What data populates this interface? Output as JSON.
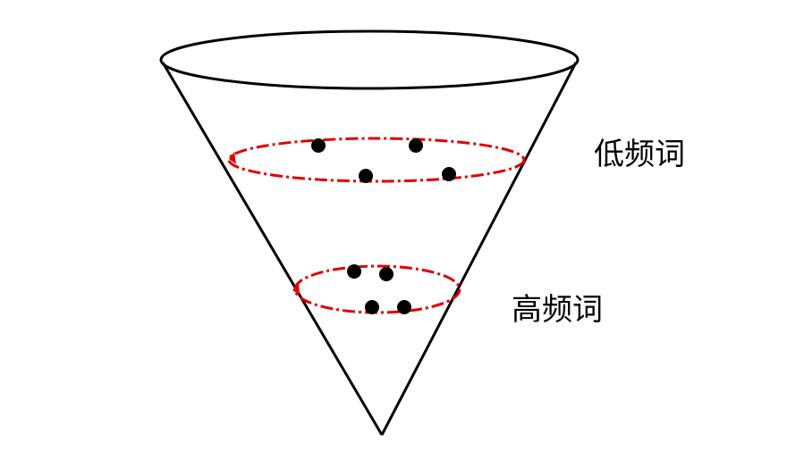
{
  "labels": {
    "low_frequency": "低频词",
    "high_frequency": "高频词"
  },
  "colors": {
    "outline": "#000000",
    "ring": "#e00000",
    "dot": "#000000",
    "background": "#ffffff"
  },
  "rings": [
    {
      "name": "low-frequency-ring",
      "dot_count": 4
    },
    {
      "name": "high-frequency-ring",
      "dot_count": 4
    }
  ]
}
